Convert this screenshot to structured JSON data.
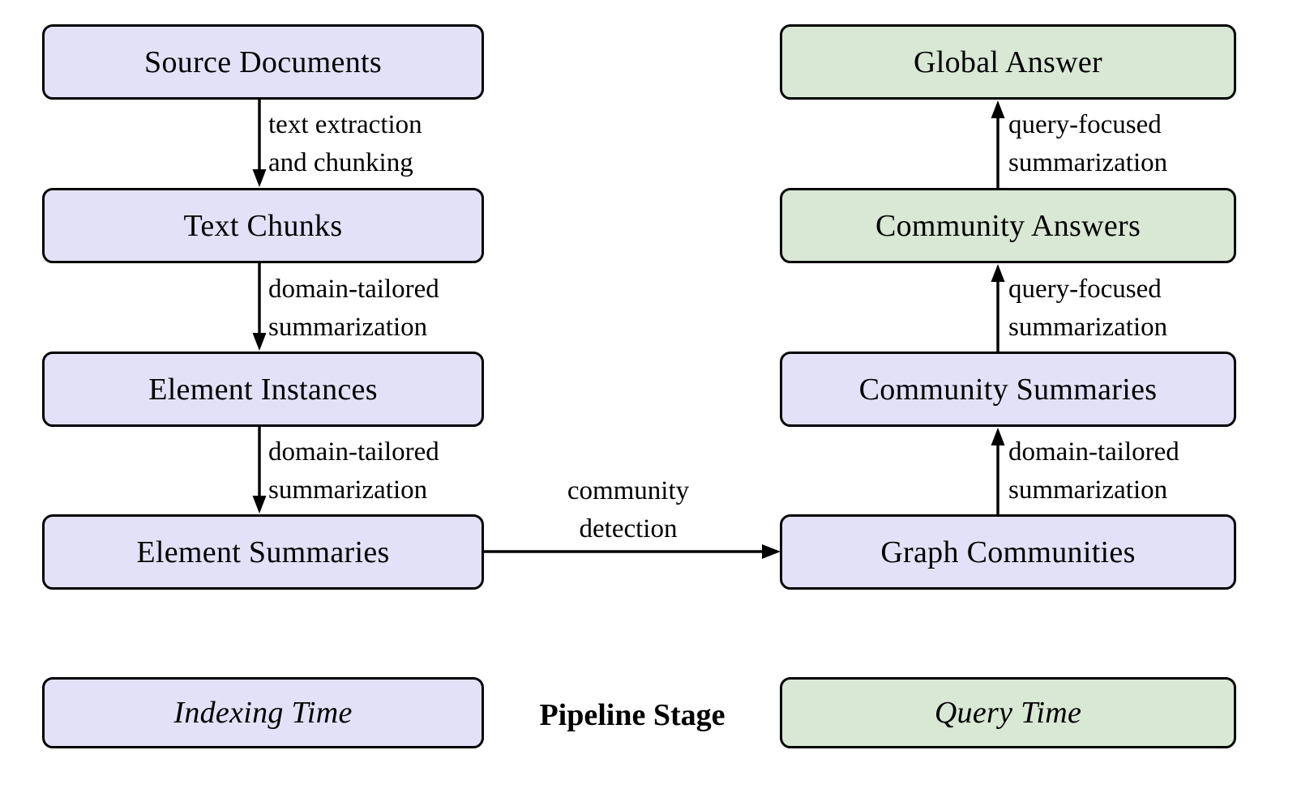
{
  "diagram": {
    "title": "Pipeline Stage",
    "colors": {
      "indexing_fill": "#E3E1F8",
      "query_fill": "#D9E7D5",
      "stroke": "#000000",
      "background": "#FFFFFF"
    },
    "indexing_nodes": [
      {
        "id": "source-documents",
        "label": "Source Documents"
      },
      {
        "id": "text-chunks",
        "label": "Text Chunks"
      },
      {
        "id": "element-instances",
        "label": "Element Instances"
      },
      {
        "id": "element-summaries",
        "label": "Element Summaries"
      }
    ],
    "query_nodes": [
      {
        "id": "global-answer",
        "label": "Global Answer",
        "stage": "query"
      },
      {
        "id": "community-answers",
        "label": "Community Answers",
        "stage": "query"
      },
      {
        "id": "community-summaries",
        "label": "Community Summaries",
        "stage": "indexing"
      },
      {
        "id": "graph-communities",
        "label": "Graph Communities",
        "stage": "indexing"
      }
    ],
    "edges": [
      {
        "id": "source-documents-to-text-chunks",
        "from": "source-documents",
        "to": "text-chunks",
        "direction": "down",
        "label_line1": "text extraction",
        "label_line2": "and chunking"
      },
      {
        "id": "text-chunks-to-element-instances",
        "from": "text-chunks",
        "to": "element-instances",
        "direction": "down",
        "label_line1": "domain-tailored",
        "label_line2": "summarization"
      },
      {
        "id": "element-instances-to-element-summaries",
        "from": "element-instances",
        "to": "element-summaries",
        "direction": "down",
        "label_line1": "domain-tailored",
        "label_line2": "summarization"
      },
      {
        "id": "element-summaries-to-graph-communities",
        "from": "element-summaries",
        "to": "graph-communities",
        "direction": "right",
        "label_line1": "community",
        "label_line2": "detection"
      },
      {
        "id": "graph-communities-to-community-summaries",
        "from": "graph-communities",
        "to": "community-summaries",
        "direction": "up",
        "label_line1": "domain-tailored",
        "label_line2": "summarization"
      },
      {
        "id": "community-summaries-to-community-answers",
        "from": "community-summaries",
        "to": "community-answers",
        "direction": "up",
        "label_line1": "query-focused",
        "label_line2": "summarization"
      },
      {
        "id": "community-answers-to-global-answer",
        "from": "community-answers",
        "to": "global-answer",
        "direction": "up",
        "label_line1": "query-focused",
        "label_line2": "summarization"
      }
    ],
    "legend": {
      "indexing_label": "Indexing Time",
      "caption": "Pipeline Stage",
      "query_label": "Query Time"
    }
  }
}
